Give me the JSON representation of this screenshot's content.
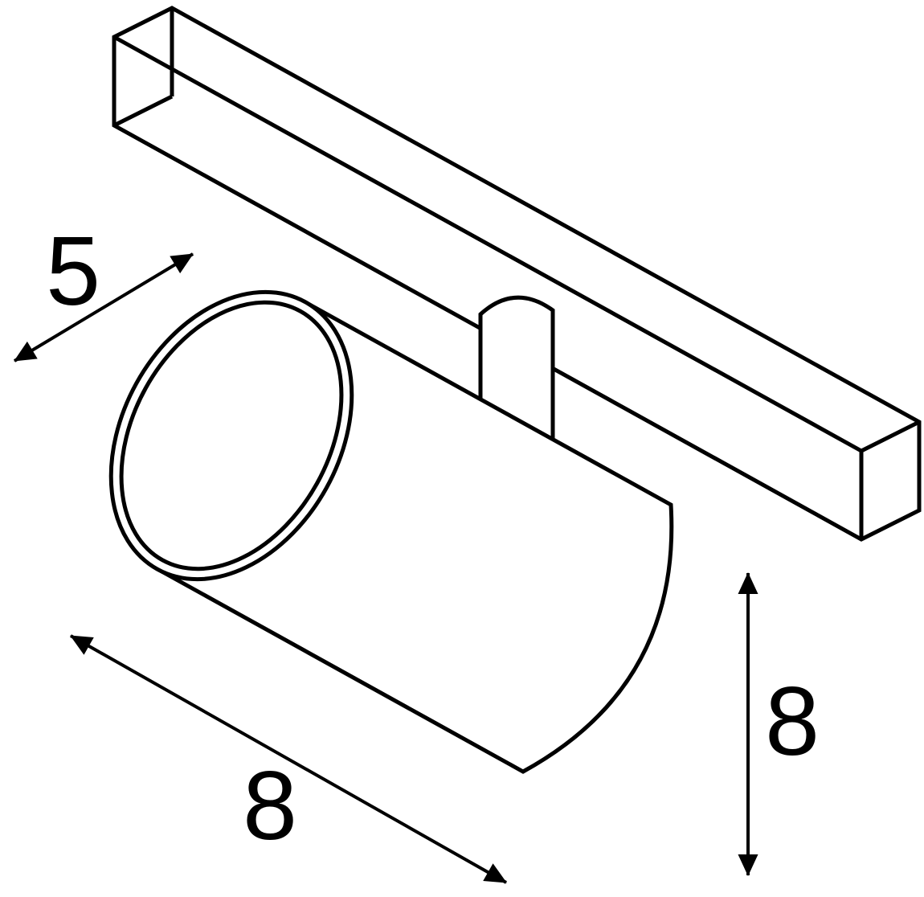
{
  "drawing": {
    "type": "product-dimension-diagram",
    "subject": "track-mounted cylindrical spotlight on linear rail",
    "background_color": "#ffffff",
    "line_color": "#000000"
  },
  "dimensions": {
    "track_depth": {
      "label": "5"
    },
    "body_length": {
      "label": "8"
    },
    "body_height": {
      "label": "8"
    }
  }
}
